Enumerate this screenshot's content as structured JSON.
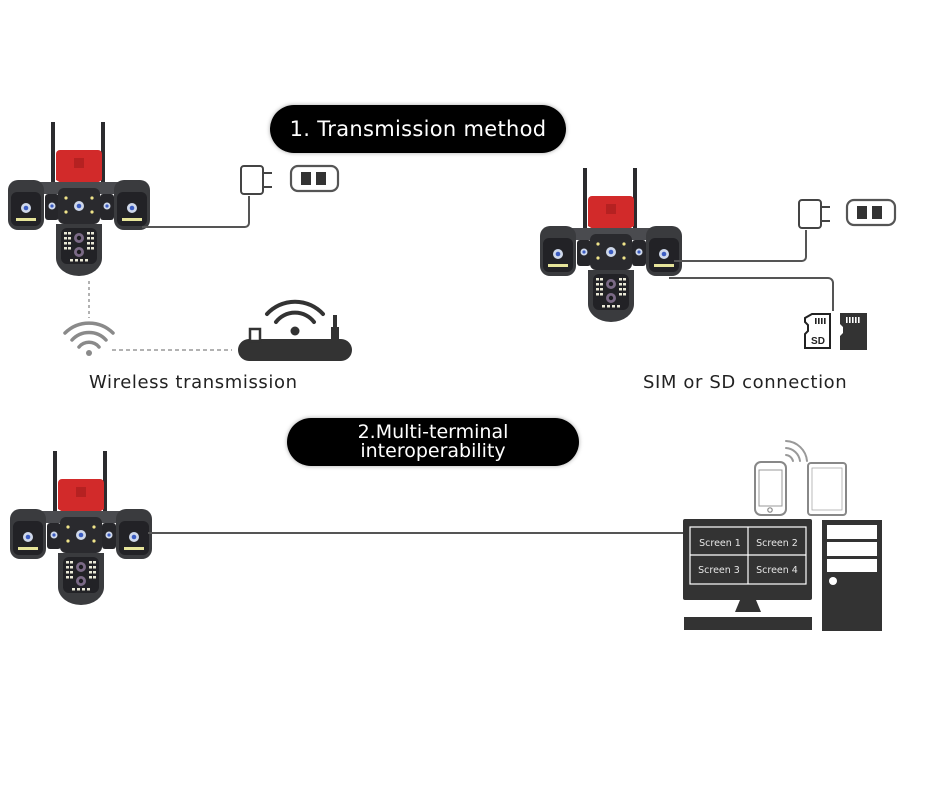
{
  "sections": [
    {
      "title": "1. Transmission method",
      "captions": {
        "wireless": "Wireless transmission",
        "sim_sd": "SIM or SD connection"
      }
    },
    {
      "title_lines": [
        "2.Multi-terminal",
        "interoperability"
      ]
    }
  ],
  "sd_card_label": "SD",
  "monitor_screens": [
    "Screen 1",
    "Screen 2",
    "Screen 3",
    "Screen 4"
  ],
  "colors": {
    "pill_bg": "#000000",
    "pill_text": "#ffffff",
    "icon_dark": "#333333",
    "line": "#555555",
    "wifi_light": "#8a8a8a",
    "camera_body": "#3a3b3e",
    "camera_shroud": "#d22a2a"
  },
  "icons": [
    "security-camera-icon",
    "power-adapter-icon",
    "power-socket-icon",
    "wifi-icon",
    "wireless-router-icon",
    "sim-card-icon",
    "micro-sd-card-icon",
    "smartphone-icon",
    "tablet-icon",
    "desktop-monitor-icon",
    "pc-tower-icon"
  ]
}
